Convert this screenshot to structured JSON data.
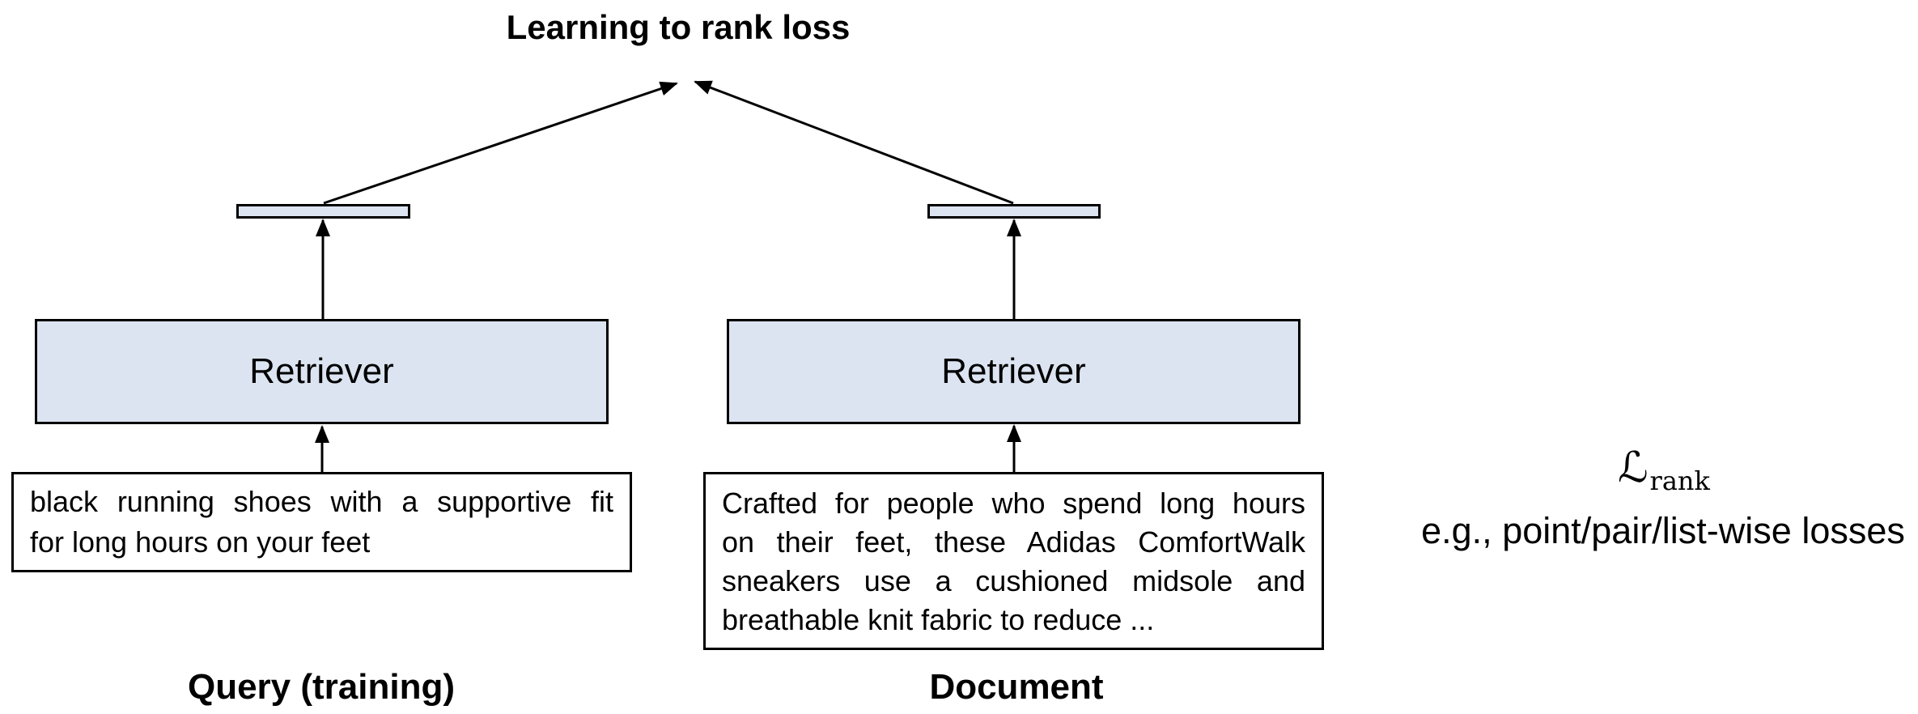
{
  "title": "Learning to rank loss",
  "left": {
    "retriever_label": "Retriever",
    "input_lines": [
      "black running shoes with a supportive fit",
      "for long hours on your feet"
    ],
    "caption": "Query (training)"
  },
  "right": {
    "retriever_label": "Retriever",
    "input_lines": [
      "Crafted for people who spend long hours",
      "on their feet, these Adidas ComfortWalk",
      "sneakers use a cushioned midsole and",
      "breathable knit fabric to reduce ..."
    ],
    "caption": "Document"
  },
  "annotation": {
    "loss_symbol": "ℒ",
    "loss_subscript": "rank",
    "examples": "e.g., point/pair/list-wise losses"
  },
  "colors": {
    "box_fill": "#dce4f1",
    "box_border": "#000000",
    "arrow": "#000000",
    "background": "#ffffff"
  }
}
